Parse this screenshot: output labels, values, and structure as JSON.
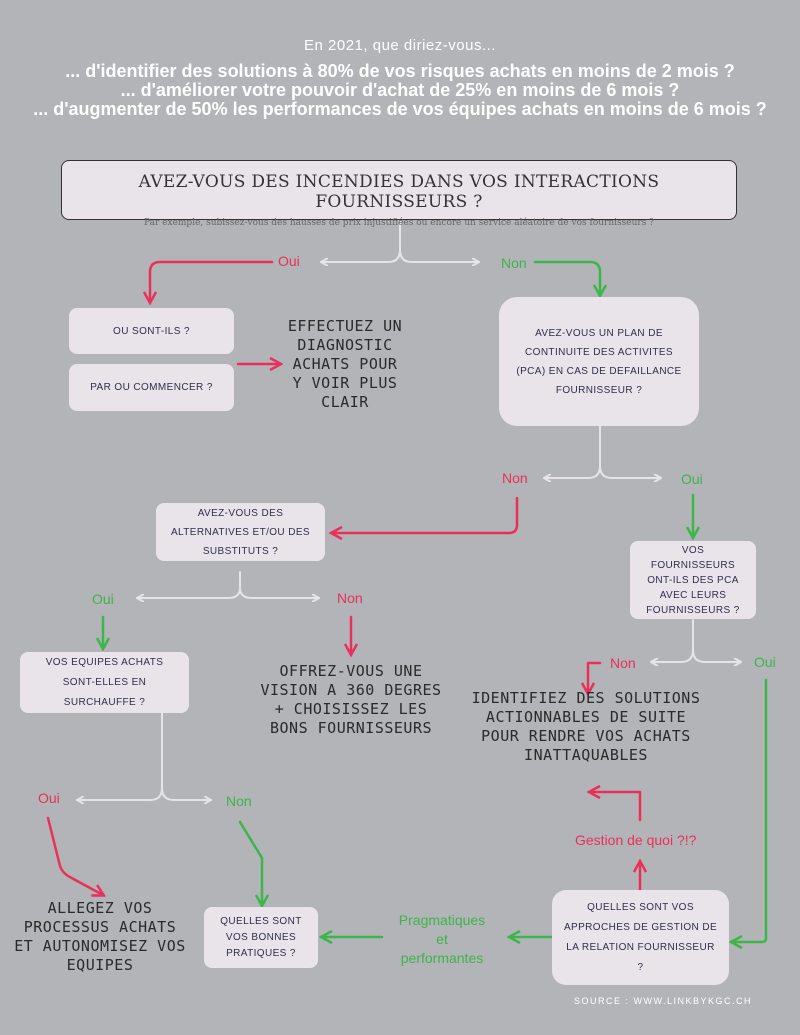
{
  "intro": {
    "line1": "En 2021, que diriez-vous...",
    "line2": "... d'identifier des solutions à 80% de vos risques achats en moins de 2 mois ?",
    "line3": "... d'améliorer votre pouvoir d'achat de 25% en moins de 6 mois ?",
    "line4": "... d'augmenter de 50% les performances de vos équipes achats en moins de 6 mois ?"
  },
  "main": {
    "title": "AVEZ-VOUS DES INCENDIES DANS VOS INTERACTIONS FOURNISSEURS ?",
    "subtitle": "Par exemple, subissez-vous des hausses de prix injustifiées ou encore un service aléatoire de vos fournisseurs ?"
  },
  "labels": {
    "oui1": "Oui",
    "non1": "Non",
    "non2": "Non",
    "oui2": "Oui",
    "oui3": "Oui",
    "non3": "Non",
    "non4": "Non",
    "oui4": "Oui",
    "oui5": "Oui",
    "non5": "Non",
    "gestion": "Gestion de quoi ?!?",
    "pragma1": "Pragmatiques",
    "pragma2": "et",
    "pragma3": "performantes"
  },
  "boxes": {
    "ou_sont": "OU SONT-ILS ?",
    "par_ou": "PAR OU COMMENCER ?",
    "pca": "AVEZ-VOUS UN PLAN DE CONTINUITE DES ACTIVITES (PCA) EN CAS DE DEFAILLANCE FOURNISSEUR ?",
    "alternatives": "AVEZ-VOUS DES ALTERNATIVES ET/OU DES SUBSTITUTS ?",
    "fournisseurs_pca": "VOS FOURNISSEURS ONT-ILS DES PCA AVEC LEURS FOURNISSEURS ?",
    "equipes": "VOS EQUIPES ACHATS SONT-ELLES EN SURCHAUFFE ?",
    "bonnes_pratiques": "QUELLES SONT VOS BONNES PRATIQUES ?",
    "approches": "QUELLES SONT VOS APPROCHES DE GESTION DE LA RELATION FOURNISSEUR ?"
  },
  "outcomes": {
    "diagnostic": "EFFECTUEZ UN DIAGNOSTIC ACHATS POUR Y VOIR PLUS CLAIR",
    "vision": "OFFREZ-VOUS UNE VISION A 360 DEGRES + CHOISISSEZ LES BONS FOURNISSEURS",
    "identifiez": "IDENTIFIEZ DES SOLUTIONS ACTIONNABLES DE SUITE POUR RENDRE VOS ACHATS INATTAQUABLES",
    "allegez": "ALLEGEZ VOS PROCESSUS ACHATS ET AUTONOMISEZ VOS EQUIPES"
  },
  "source": "SOURCE : WWW.LINKBYKGC.CH",
  "colors": {
    "background": "#b3b4b7",
    "red": "#e8315a",
    "green": "#3cb54a",
    "box": "#e9e3ea",
    "split": "#e6e4e8"
  }
}
